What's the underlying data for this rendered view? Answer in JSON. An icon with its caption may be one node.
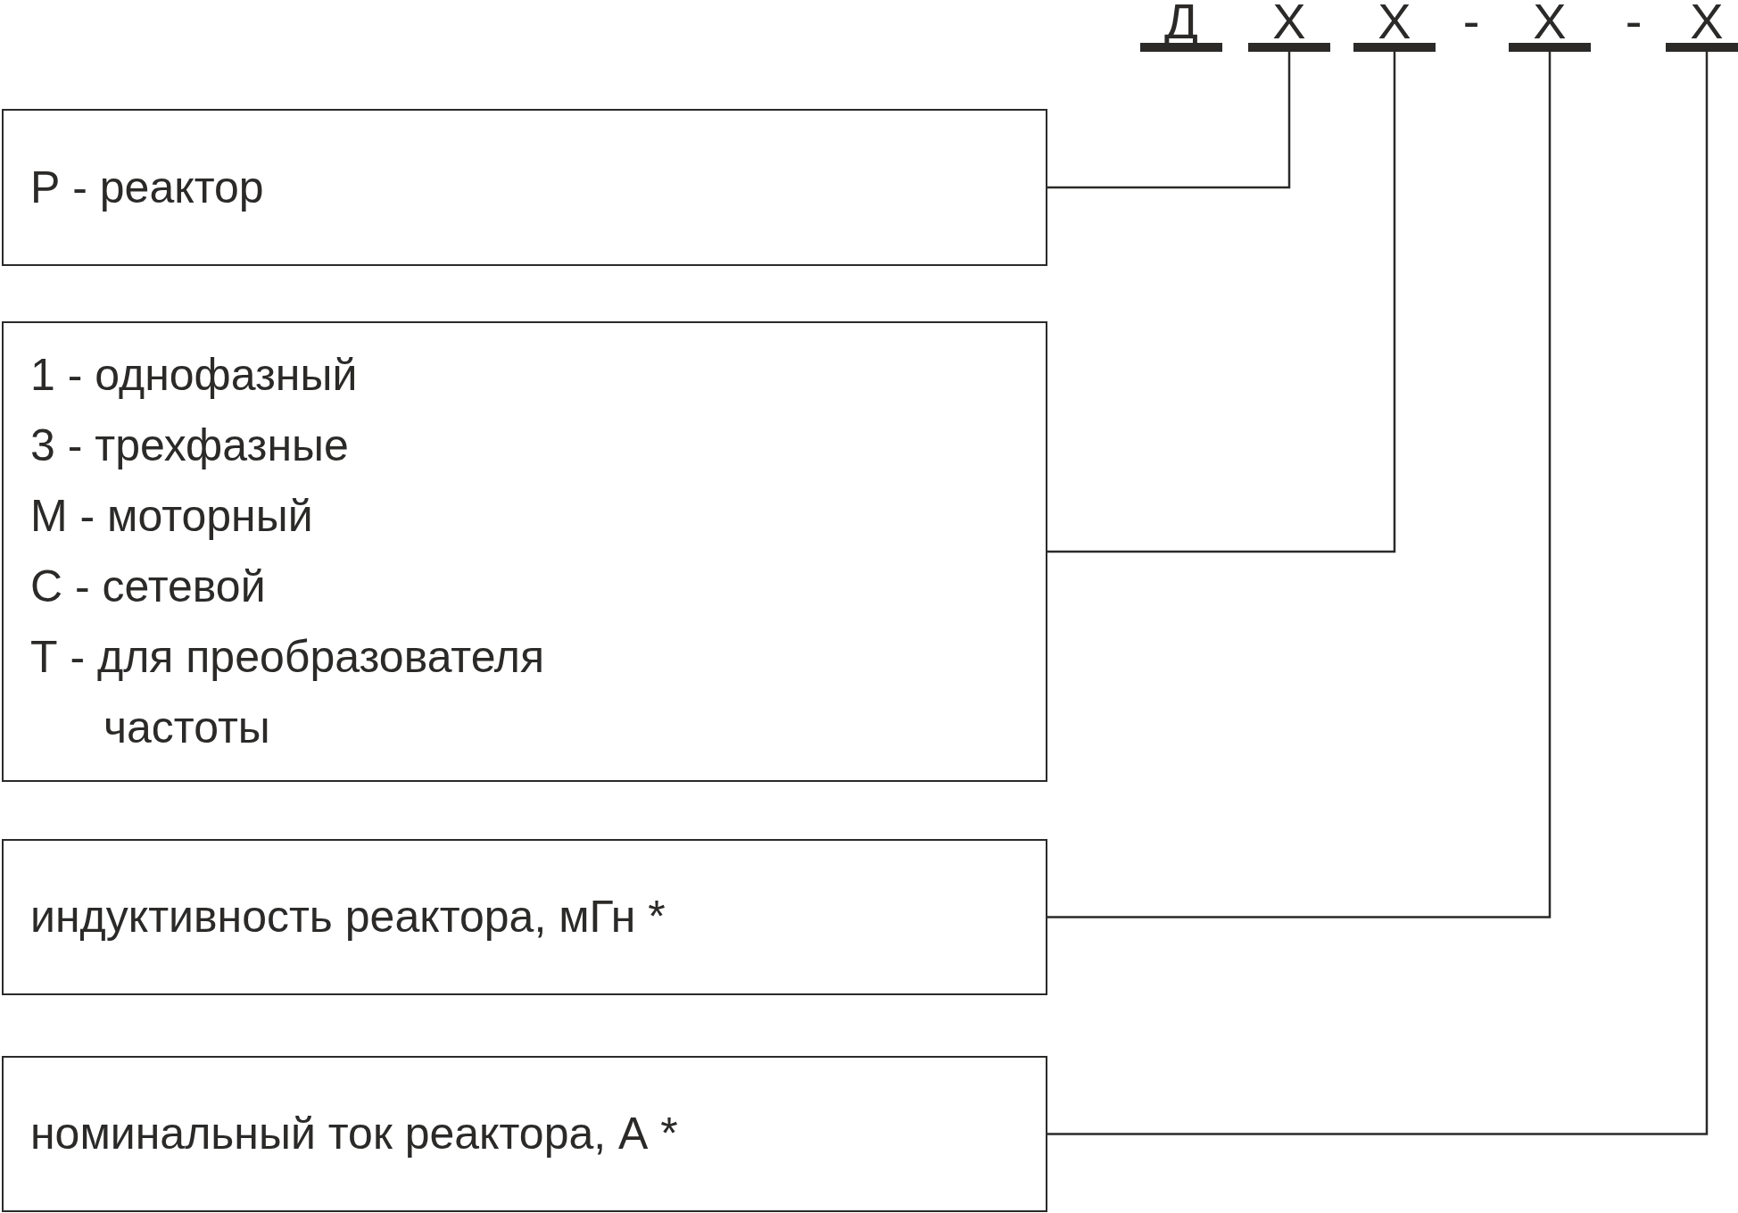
{
  "diagram": {
    "nodes": [
      {
        "text": [
          "X"
        ]
      },
      {
        "text": [
          "X"
        ]
      },
      {
        "text": [
          "X"
        ]
      },
      {
        "text": [
          "X"
        ]
      },
      {
        "text": [
          "Р - реактор"
        ]
      },
      {
        "text": [
          "1 - однофазный",
          "3 - трехфазные",
          "М - моторный",
          "С - сетевой",
          "Т - для преобразователя частоты"
        ]
      },
      {
        "text": [
          "индуктивность реактора, мГн *"
        ]
      },
      {
        "text": [
          "номинальный ток реактора, А *"
        ]
      }
    ],
    "edges": [
      {
        "from": 4,
        "to": 0,
        "arrow": "none"
      },
      {
        "from": 5,
        "to": 1,
        "arrow": "none"
      },
      {
        "from": 6,
        "to": 2,
        "arrow": "none"
      },
      {
        "from": 7,
        "to": 3,
        "arrow": "none"
      }
    ],
    "labels": [
      "Д",
      "-",
      "-"
    ]
  }
}
